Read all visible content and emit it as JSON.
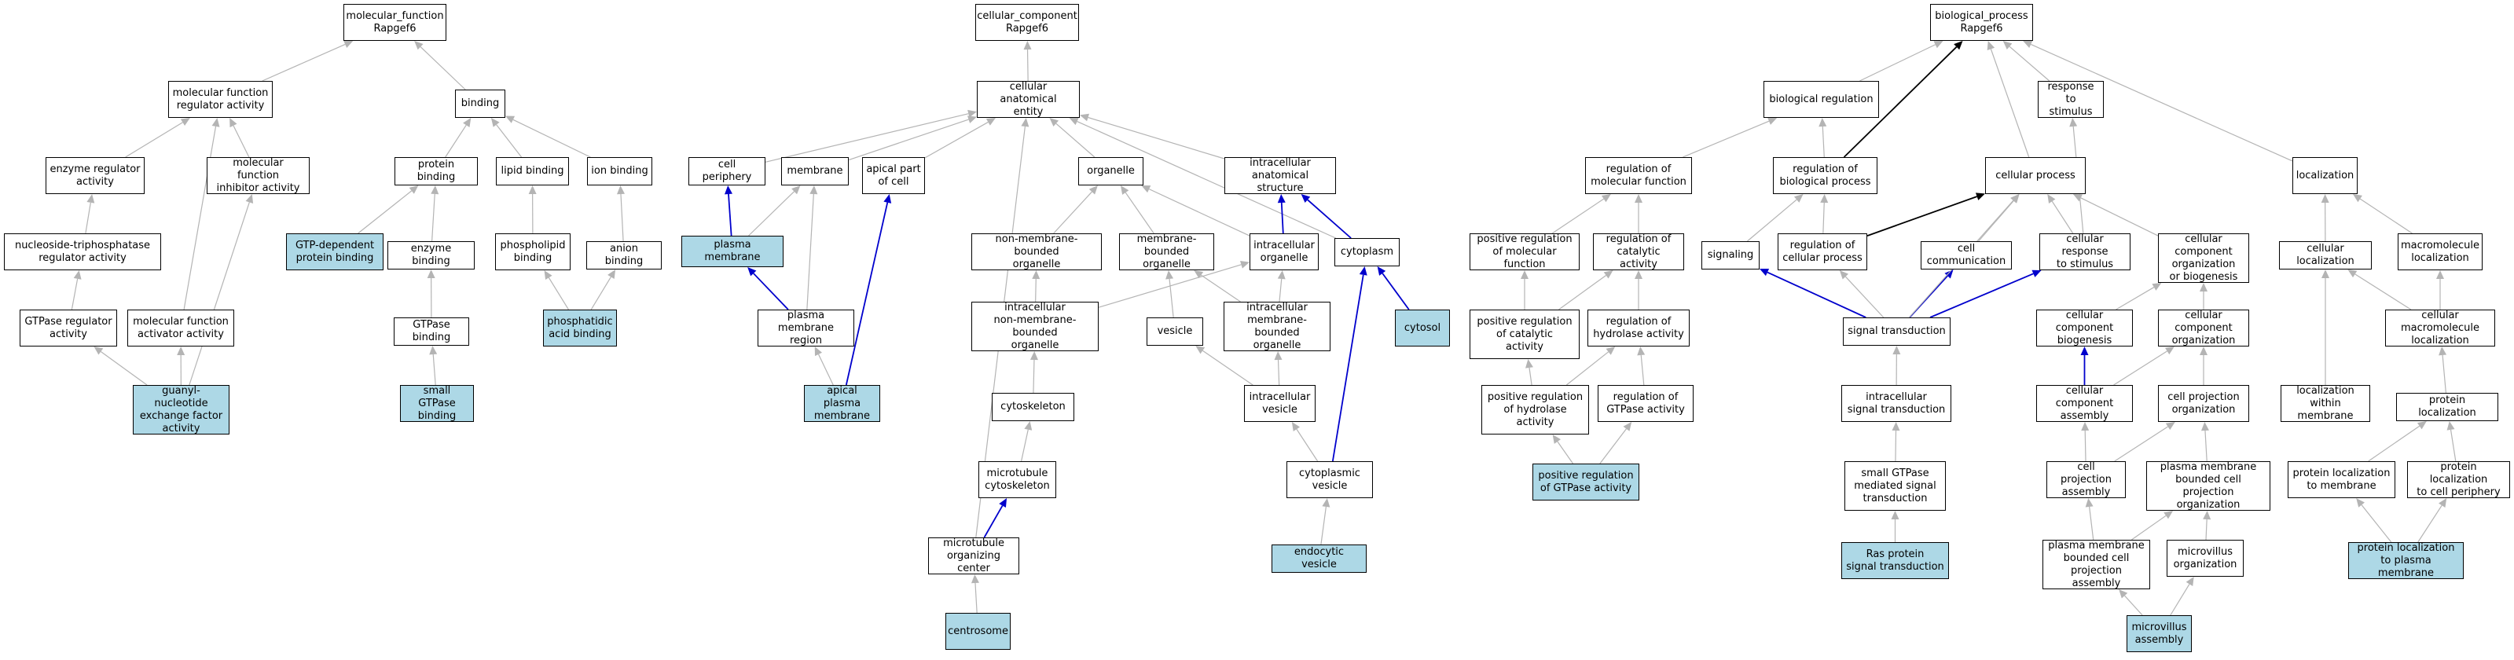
{
  "colors": {
    "highlight": "#add8e6",
    "edge_grey": "#b4b4b4",
    "edge_blue": "#0000cc",
    "edge_black": "#000000"
  },
  "nodes": [
    {
      "id": "mf",
      "label": "molecular_function\nRapgef6",
      "hl": false
    },
    {
      "id": "mfra",
      "label": "molecular function\nregulator activity",
      "hl": false
    },
    {
      "id": "binding",
      "label": "binding",
      "hl": false
    },
    {
      "id": "era",
      "label": "enzyme regulator\nactivity",
      "hl": false
    },
    {
      "id": "mfia",
      "label": "molecular function\ninhibitor activity",
      "hl": false
    },
    {
      "id": "pb",
      "label": "protein binding",
      "hl": false
    },
    {
      "id": "lb",
      "label": "lipid binding",
      "hl": false
    },
    {
      "id": "ib",
      "label": "ion binding",
      "hl": false
    },
    {
      "id": "ntera",
      "label": "nucleoside-triphosphatase\nregulator activity",
      "hl": false
    },
    {
      "id": "gdpb",
      "label": "GTP-dependent\nprotein binding",
      "hl": true
    },
    {
      "id": "eb",
      "label": "enzyme binding",
      "hl": false
    },
    {
      "id": "plb",
      "label": "phospholipid\nbinding",
      "hl": false
    },
    {
      "id": "ab",
      "label": "anion binding",
      "hl": false
    },
    {
      "id": "gtpra",
      "label": "GTPase regulator\nactivity",
      "hl": false
    },
    {
      "id": "mfaa",
      "label": "molecular function\nactivator activity",
      "hl": false
    },
    {
      "id": "gtpb",
      "label": "GTPase binding",
      "hl": false
    },
    {
      "id": "pab",
      "label": "phosphatidic\nacid binding",
      "hl": true
    },
    {
      "id": "gnef",
      "label": "guanyl-nucleotide\nexchange factor\nactivity",
      "hl": true
    },
    {
      "id": "sgb",
      "label": "small GTPase\nbinding",
      "hl": true
    },
    {
      "id": "cc",
      "label": "cellular_component\nRapgef6",
      "hl": false
    },
    {
      "id": "cae",
      "label": "cellular anatomical\nentity",
      "hl": false
    },
    {
      "id": "cp",
      "label": "cell periphery",
      "hl": false
    },
    {
      "id": "mem",
      "label": "membrane",
      "hl": false
    },
    {
      "id": "apc",
      "label": "apical part\nof cell",
      "hl": false
    },
    {
      "id": "org",
      "label": "organelle",
      "hl": false
    },
    {
      "id": "ias",
      "label": "intracellular\nanatomical structure",
      "hl": false
    },
    {
      "id": "pm",
      "label": "plasma membrane",
      "hl": true
    },
    {
      "id": "nmbo",
      "label": "non-membrane-bounded\norganelle",
      "hl": false
    },
    {
      "id": "mbo",
      "label": "membrane-bounded\norganelle",
      "hl": false
    },
    {
      "id": "io",
      "label": "intracellular\norganelle",
      "hl": false
    },
    {
      "id": "cyto",
      "label": "cytoplasm",
      "hl": false
    },
    {
      "id": "pmr",
      "label": "plasma membrane\nregion",
      "hl": false
    },
    {
      "id": "inmbo",
      "label": "intracellular\nnon-membrane-bounded\norganelle",
      "hl": false
    },
    {
      "id": "ves",
      "label": "vesicle",
      "hl": false
    },
    {
      "id": "imbo",
      "label": "intracellular\nmembrane-bounded\norganelle",
      "hl": false
    },
    {
      "id": "cytosol",
      "label": "cytosol",
      "hl": true
    },
    {
      "id": "apm",
      "label": "apical plasma\nmembrane",
      "hl": true
    },
    {
      "id": "csk",
      "label": "cytoskeleton",
      "hl": false
    },
    {
      "id": "iv",
      "label": "intracellular\nvesicle",
      "hl": false
    },
    {
      "id": "mtc",
      "label": "microtubule\ncytoskeleton",
      "hl": false
    },
    {
      "id": "cv",
      "label": "cytoplasmic\nvesicle",
      "hl": false
    },
    {
      "id": "moc",
      "label": "microtubule\norganizing center",
      "hl": false
    },
    {
      "id": "ev",
      "label": "endocytic vesicle",
      "hl": true
    },
    {
      "id": "cent",
      "label": "centrosome",
      "hl": true
    },
    {
      "id": "bp",
      "label": "biological_process\nRapgef6",
      "hl": false
    },
    {
      "id": "breg",
      "label": "biological regulation",
      "hl": false
    },
    {
      "id": "rts",
      "label": "response to\nstimulus",
      "hl": false
    },
    {
      "id": "rmf",
      "label": "regulation of\nmolecular function",
      "hl": false
    },
    {
      "id": "rbp",
      "label": "regulation of\nbiological process",
      "hl": false
    },
    {
      "id": "cproc",
      "label": "cellular process",
      "hl": false
    },
    {
      "id": "loc",
      "label": "localization",
      "hl": false
    },
    {
      "id": "prmf",
      "label": "positive regulation\nof molecular\nfunction",
      "hl": false
    },
    {
      "id": "rca",
      "label": "regulation of\ncatalytic activity",
      "hl": false
    },
    {
      "id": "sig",
      "label": "signaling",
      "hl": false
    },
    {
      "id": "rcp",
      "label": "regulation of\ncellular process",
      "hl": false
    },
    {
      "id": "ccom",
      "label": "cell communication",
      "hl": false
    },
    {
      "id": "crs",
      "label": "cellular response\nto stimulus",
      "hl": false
    },
    {
      "id": "ccob",
      "label": "cellular component\norganization\nor biogenesis",
      "hl": false
    },
    {
      "id": "cloc",
      "label": "cellular localization",
      "hl": false
    },
    {
      "id": "mloc",
      "label": "macromolecule\nlocalization",
      "hl": false
    },
    {
      "id": "prca",
      "label": "positive regulation\nof catalytic\nactivity",
      "hl": false
    },
    {
      "id": "rha",
      "label": "regulation of\nhydrolase activity",
      "hl": false
    },
    {
      "id": "st",
      "label": "signal transduction",
      "hl": false
    },
    {
      "id": "ccb",
      "label": "cellular component\nbiogenesis",
      "hl": false
    },
    {
      "id": "cco",
      "label": "cellular component\norganization",
      "hl": false
    },
    {
      "id": "cmloc",
      "label": "cellular macromolecule\nlocalization",
      "hl": false
    },
    {
      "id": "prha",
      "label": "positive regulation\nof hydrolase\nactivity",
      "hl": false
    },
    {
      "id": "rgtpa",
      "label": "regulation of\nGTPase activity",
      "hl": false
    },
    {
      "id": "ist",
      "label": "intracellular\nsignal transduction",
      "hl": false
    },
    {
      "id": "cca",
      "label": "cellular component\nassembly",
      "hl": false
    },
    {
      "id": "cpo",
      "label": "cell projection\norganization",
      "hl": false
    },
    {
      "id": "lwm",
      "label": "localization\nwithin membrane",
      "hl": false
    },
    {
      "id": "ploc",
      "label": "protein localization",
      "hl": false
    },
    {
      "id": "prgtpa",
      "label": "positive regulation\nof GTPase activity",
      "hl": true
    },
    {
      "id": "sgmst",
      "label": "small GTPase\nmediated signal\ntransduction",
      "hl": false
    },
    {
      "id": "cpa",
      "label": "cell projection\nassembly",
      "hl": false
    },
    {
      "id": "pmbcpo",
      "label": "plasma membrane\nbounded cell\nprojection organization",
      "hl": false
    },
    {
      "id": "pltm",
      "label": "protein localization\nto membrane",
      "hl": false
    },
    {
      "id": "pltcp",
      "label": "protein localization\nto cell periphery",
      "hl": false
    },
    {
      "id": "rpst",
      "label": "Ras protein\nsignal transduction",
      "hl": true
    },
    {
      "id": "pmbcpa",
      "label": "plasma membrane\nbounded cell\nprojection assembly",
      "hl": false
    },
    {
      "id": "mvo",
      "label": "microvillus\norganization",
      "hl": false
    },
    {
      "id": "pltpm",
      "label": "protein localization\nto plasma membrane",
      "hl": true
    },
    {
      "id": "mva",
      "label": "microvillus\nassembly",
      "hl": true
    }
  ],
  "edges": [
    {
      "from": "mfra",
      "to": "mf",
      "kind": "grey"
    },
    {
      "from": "binding",
      "to": "mf",
      "kind": "grey"
    },
    {
      "from": "era",
      "to": "mfra",
      "kind": "grey"
    },
    {
      "from": "mfia",
      "to": "mfra",
      "kind": "grey"
    },
    {
      "from": "mfaa",
      "to": "mfra",
      "kind": "grey"
    },
    {
      "from": "pb",
      "to": "binding",
      "kind": "grey"
    },
    {
      "from": "lb",
      "to": "binding",
      "kind": "grey"
    },
    {
      "from": "ib",
      "to": "binding",
      "kind": "grey"
    },
    {
      "from": "ntera",
      "to": "era",
      "kind": "grey"
    },
    {
      "from": "gtpra",
      "to": "ntera",
      "kind": "grey"
    },
    {
      "from": "gdpb",
      "to": "pb",
      "kind": "grey"
    },
    {
      "from": "eb",
      "to": "pb",
      "kind": "grey"
    },
    {
      "from": "gtpb",
      "to": "eb",
      "kind": "grey"
    },
    {
      "from": "sgb",
      "to": "gtpb",
      "kind": "grey"
    },
    {
      "from": "plb",
      "to": "lb",
      "kind": "grey"
    },
    {
      "from": "ab",
      "to": "ib",
      "kind": "grey"
    },
    {
      "from": "pab",
      "to": "plb",
      "kind": "grey"
    },
    {
      "from": "pab",
      "to": "ab",
      "kind": "grey"
    },
    {
      "from": "gnef",
      "to": "gtpra",
      "kind": "grey"
    },
    {
      "from": "gnef",
      "to": "mfaa",
      "kind": "grey"
    },
    {
      "from": "gnef",
      "to": "mfia",
      "kind": "grey"
    },
    {
      "from": "cae",
      "to": "cc",
      "kind": "grey"
    },
    {
      "from": "cp",
      "to": "cae",
      "kind": "grey"
    },
    {
      "from": "mem",
      "to": "cae",
      "kind": "grey"
    },
    {
      "from": "apc",
      "to": "cae",
      "kind": "grey"
    },
    {
      "from": "org",
      "to": "cae",
      "kind": "grey"
    },
    {
      "from": "ias",
      "to": "cae",
      "kind": "grey"
    },
    {
      "from": "cyto",
      "to": "cae",
      "kind": "grey"
    },
    {
      "from": "moc",
      "to": "cae",
      "kind": "grey"
    },
    {
      "from": "pm",
      "to": "cp",
      "kind": "blue"
    },
    {
      "from": "pm",
      "to": "mem",
      "kind": "grey"
    },
    {
      "from": "pmr",
      "to": "pm",
      "kind": "blue"
    },
    {
      "from": "pmr",
      "to": "mem",
      "kind": "grey"
    },
    {
      "from": "apm",
      "to": "pmr",
      "kind": "grey"
    },
    {
      "from": "apm",
      "to": "apc",
      "kind": "blue"
    },
    {
      "from": "nmbo",
      "to": "org",
      "kind": "grey"
    },
    {
      "from": "mbo",
      "to": "org",
      "kind": "grey"
    },
    {
      "from": "io",
      "to": "org",
      "kind": "grey"
    },
    {
      "from": "io",
      "to": "ias",
      "kind": "blue"
    },
    {
      "from": "cyto",
      "to": "ias",
      "kind": "blue"
    },
    {
      "from": "inmbo",
      "to": "nmbo",
      "kind": "grey"
    },
    {
      "from": "inmbo",
      "to": "io",
      "kind": "grey"
    },
    {
      "from": "imbo",
      "to": "mbo",
      "kind": "grey"
    },
    {
      "from": "imbo",
      "to": "io",
      "kind": "grey"
    },
    {
      "from": "ves",
      "to": "mbo",
      "kind": "grey"
    },
    {
      "from": "cytosol",
      "to": "cyto",
      "kind": "blue"
    },
    {
      "from": "csk",
      "to": "inmbo",
      "kind": "grey"
    },
    {
      "from": "mtc",
      "to": "csk",
      "kind": "grey"
    },
    {
      "from": "moc",
      "to": "mtc",
      "kind": "blue"
    },
    {
      "from": "cent",
      "to": "moc",
      "kind": "grey"
    },
    {
      "from": "iv",
      "to": "ves",
      "kind": "grey"
    },
    {
      "from": "iv",
      "to": "imbo",
      "kind": "grey"
    },
    {
      "from": "cv",
      "to": "iv",
      "kind": "grey"
    },
    {
      "from": "cv",
      "to": "cyto",
      "kind": "blue"
    },
    {
      "from": "ev",
      "to": "cv",
      "kind": "grey"
    },
    {
      "from": "breg",
      "to": "bp",
      "kind": "grey"
    },
    {
      "from": "rts",
      "to": "bp",
      "kind": "grey"
    },
    {
      "from": "cproc",
      "to": "bp",
      "kind": "grey"
    },
    {
      "from": "loc",
      "to": "bp",
      "kind": "grey"
    },
    {
      "from": "rbp",
      "to": "bp",
      "kind": "black"
    },
    {
      "from": "rmf",
      "to": "breg",
      "kind": "grey"
    },
    {
      "from": "rbp",
      "to": "breg",
      "kind": "grey"
    },
    {
      "from": "prmf",
      "to": "rmf",
      "kind": "grey"
    },
    {
      "from": "rca",
      "to": "rmf",
      "kind": "grey"
    },
    {
      "from": "prca",
      "to": "prmf",
      "kind": "grey"
    },
    {
      "from": "prca",
      "to": "rca",
      "kind": "grey"
    },
    {
      "from": "rha",
      "to": "rca",
      "kind": "grey"
    },
    {
      "from": "prha",
      "to": "prca",
      "kind": "grey"
    },
    {
      "from": "prha",
      "to": "rha",
      "kind": "grey"
    },
    {
      "from": "rgtpa",
      "to": "rha",
      "kind": "grey"
    },
    {
      "from": "prgtpa",
      "to": "prha",
      "kind": "grey"
    },
    {
      "from": "prgtpa",
      "to": "rgtpa",
      "kind": "grey"
    },
    {
      "from": "sig",
      "to": "rbp",
      "kind": "grey"
    },
    {
      "from": "rcp",
      "to": "rbp",
      "kind": "grey"
    },
    {
      "from": "rcp",
      "to": "cproc",
      "kind": "black"
    },
    {
      "from": "ccom",
      "to": "cproc",
      "kind": "grey"
    },
    {
      "from": "crs",
      "to": "cproc",
      "kind": "grey"
    },
    {
      "from": "crs",
      "to": "rts",
      "kind": "grey"
    },
    {
      "from": "ccob",
      "to": "cproc",
      "kind": "grey"
    },
    {
      "from": "st",
      "to": "sig",
      "kind": "blue"
    },
    {
      "from": "st",
      "to": "rcp",
      "kind": "grey"
    },
    {
      "from": "st",
      "to": "ccom",
      "kind": "blue"
    },
    {
      "from": "st",
      "to": "crs",
      "kind": "blue"
    },
    {
      "from": "st",
      "to": "cproc",
      "kind": "grey"
    },
    {
      "from": "ist",
      "to": "st",
      "kind": "grey"
    },
    {
      "from": "sgmst",
      "to": "ist",
      "kind": "grey"
    },
    {
      "from": "rpst",
      "to": "sgmst",
      "kind": "grey"
    },
    {
      "from": "ccb",
      "to": "ccob",
      "kind": "grey"
    },
    {
      "from": "cco",
      "to": "ccob",
      "kind": "grey"
    },
    {
      "from": "cca",
      "to": "ccb",
      "kind": "blue"
    },
    {
      "from": "cca",
      "to": "cco",
      "kind": "grey"
    },
    {
      "from": "cpo",
      "to": "cco",
      "kind": "grey"
    },
    {
      "from": "cpa",
      "to": "cca",
      "kind": "grey"
    },
    {
      "from": "cpa",
      "to": "cpo",
      "kind": "grey"
    },
    {
      "from": "pmbcpo",
      "to": "cpo",
      "kind": "grey"
    },
    {
      "from": "pmbcpa",
      "to": "cpa",
      "kind": "grey"
    },
    {
      "from": "pmbcpa",
      "to": "pmbcpo",
      "kind": "grey"
    },
    {
      "from": "mvo",
      "to": "pmbcpo",
      "kind": "grey"
    },
    {
      "from": "mva",
      "to": "pmbcpa",
      "kind": "grey"
    },
    {
      "from": "mva",
      "to": "mvo",
      "kind": "grey"
    },
    {
      "from": "cloc",
      "to": "loc",
      "kind": "grey"
    },
    {
      "from": "mloc",
      "to": "loc",
      "kind": "grey"
    },
    {
      "from": "cmloc",
      "to": "cloc",
      "kind": "grey"
    },
    {
      "from": "cmloc",
      "to": "mloc",
      "kind": "grey"
    },
    {
      "from": "lwm",
      "to": "cloc",
      "kind": "grey"
    },
    {
      "from": "ploc",
      "to": "cmloc",
      "kind": "grey"
    },
    {
      "from": "pltm",
      "to": "ploc",
      "kind": "grey"
    },
    {
      "from": "pltcp",
      "to": "ploc",
      "kind": "grey"
    },
    {
      "from": "pltpm",
      "to": "pltm",
      "kind": "grey"
    },
    {
      "from": "pltpm",
      "to": "pltcp",
      "kind": "grey"
    }
  ]
}
